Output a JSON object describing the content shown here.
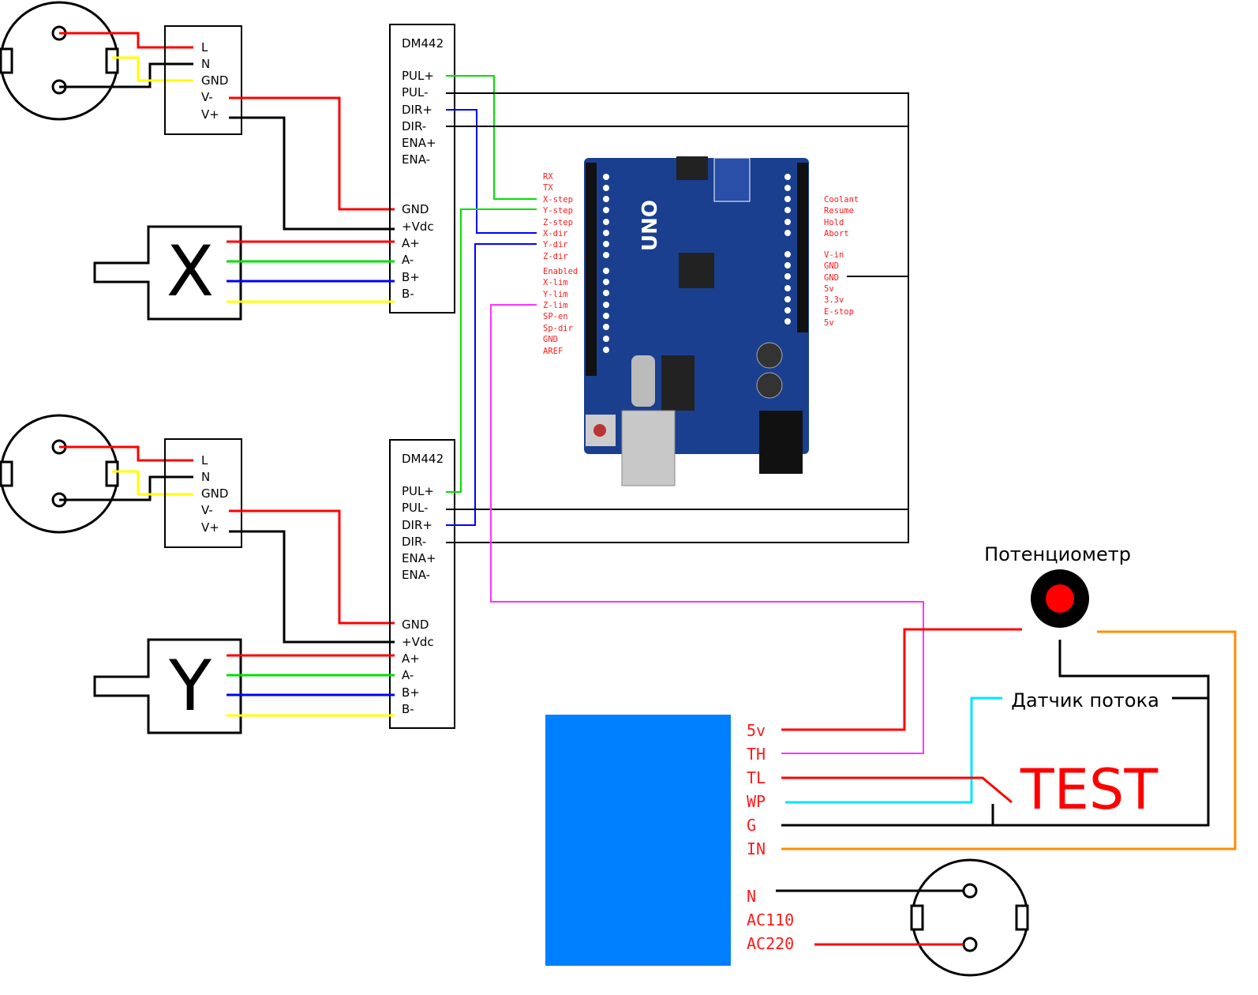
{
  "colors": {
    "red": "#ff0000",
    "black": "#000000",
    "yellow": "#ffff00",
    "green": "#00e000",
    "blue": "#0000ff",
    "magenta": "#ff33ff",
    "cyan": "#00e5ff",
    "orange": "#ff8c00",
    "controller_box": "#0080ff",
    "board": "#1a3f8f"
  },
  "psu": {
    "labels": [
      "L",
      "N",
      "GND",
      "V-",
      "V+"
    ]
  },
  "driver": {
    "title": "DM442",
    "labels": [
      "PUL+",
      "PUL-",
      "DIR+",
      "DIR-",
      "ENA+",
      "ENA-",
      "GND",
      "+Vdc",
      "A+",
      "A-",
      "B+",
      "B-"
    ]
  },
  "motors": {
    "x": "X",
    "y": "Y"
  },
  "arduino": {
    "board_text": "UNO",
    "left_pins": [
      "RX",
      "TX",
      "X-step",
      "Y-step",
      "Z-step",
      "X-dir",
      "Y-dir",
      "Z-dir",
      "Enabled",
      "X-lim",
      "Y-lim",
      "Z-lim",
      "SP-en",
      "Sp-dir",
      "GND",
      "AREF"
    ],
    "right_pins_top": [
      "Coolant",
      "Resume",
      "Hold",
      "Abort"
    ],
    "right_pins_bottom": [
      "V-in",
      "GND",
      "GND",
      "5v",
      "3.3v",
      "E-stop",
      "5v"
    ]
  },
  "potentiometer": {
    "label": "Потенциометр"
  },
  "flow_sensor": {
    "label": "Датчик потока"
  },
  "test_label": "TEST",
  "controller": {
    "pins": [
      "5v",
      "TH",
      "TL",
      "WP",
      "G",
      "IN",
      "N",
      "AC110",
      "AC220"
    ]
  }
}
